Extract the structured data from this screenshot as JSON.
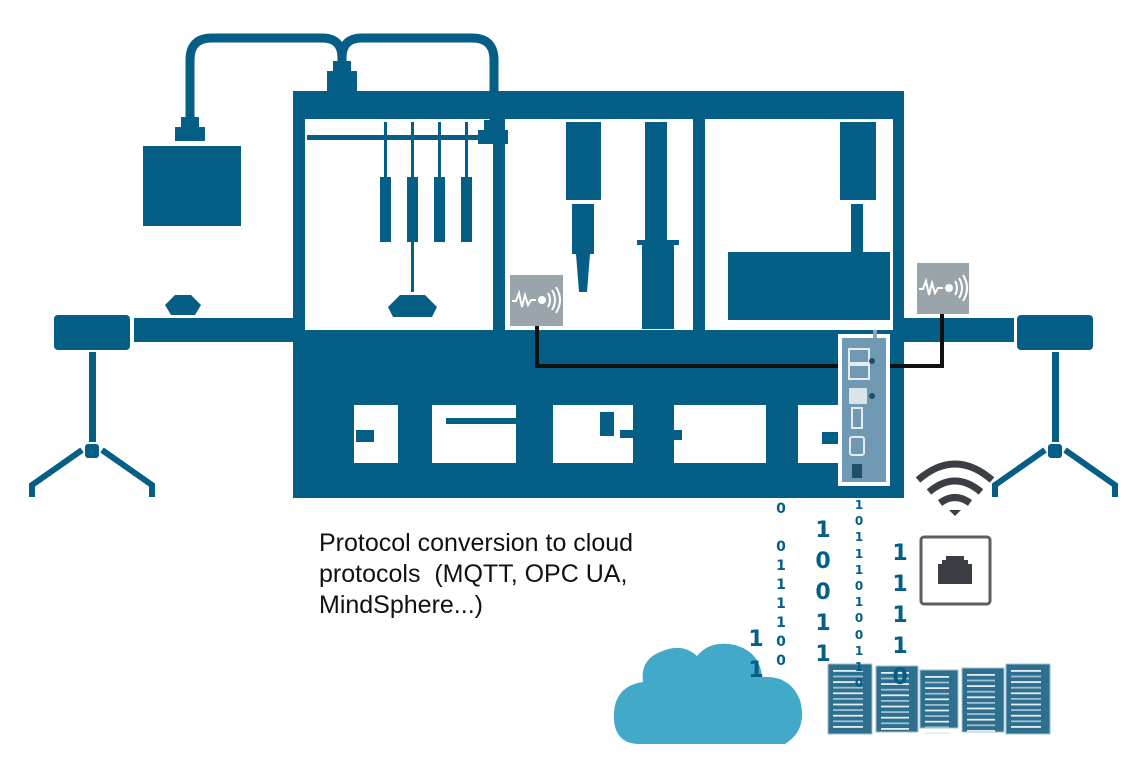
{
  "caption": {
    "lines": [
      "Protocol conversion to cloud",
      "protocols  (MQTT, OPC UA,",
      "MindSphere...)"
    ]
  },
  "colors": {
    "machine": "#055e86",
    "sensor_box": "#9aa4ab",
    "cable": "#111111",
    "cloud": "#43a9c9",
    "server": "#2e6e8e",
    "icon_dark": "#3b3f45",
    "bits": "#055e86"
  },
  "icons": {
    "sensor_left": "vibration-sensor-icon",
    "sensor_right": "vibration-sensor-icon",
    "gateway": "iot-gateway-device",
    "wifi": "wifi-icon",
    "ethernet": "ethernet-port-icon",
    "cloud": "cloud-icon",
    "servers": "server-rack-icon"
  },
  "binary_streams": [
    {
      "id": "stream-a",
      "bits": [
        "0",
        "",
        "0",
        "1",
        "1",
        "1",
        "1",
        "0",
        "0"
      ]
    },
    {
      "id": "stream-b",
      "bits": [
        "1",
        "0",
        "0",
        "1",
        "1"
      ]
    },
    {
      "id": "stream-c",
      "bits": [
        "1",
        "0",
        "1",
        "1",
        "1",
        "0",
        "1",
        "0",
        "0",
        "1",
        "1",
        "0"
      ]
    },
    {
      "id": "stream-d",
      "bits": [
        "1",
        "1",
        "1",
        "1",
        "0"
      ]
    },
    {
      "id": "stream-e",
      "bits": [
        "1",
        "1"
      ]
    }
  ]
}
